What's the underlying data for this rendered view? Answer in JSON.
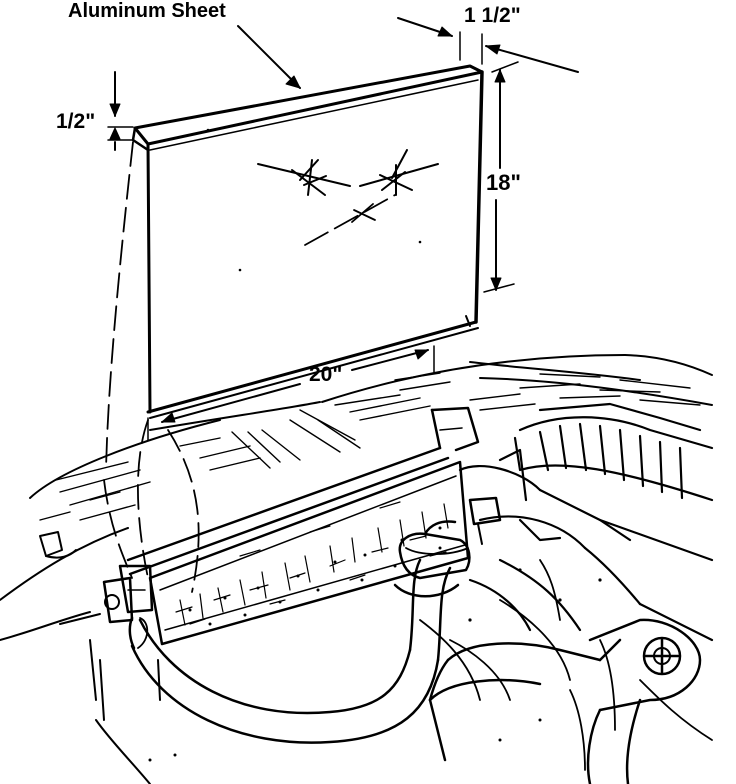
{
  "labels": {
    "part": "Aluminum Sheet",
    "flange_width": "1 1/2\"",
    "flange_height": "1/2\"",
    "height": "18\"",
    "width": "20\""
  },
  "colors": {
    "ink": "#000000",
    "paper": "#ffffff"
  }
}
